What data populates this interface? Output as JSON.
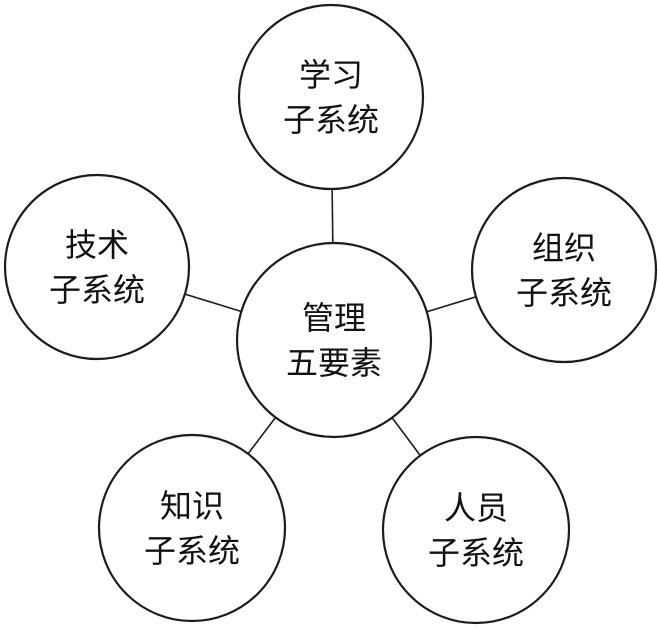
{
  "diagram": {
    "type": "hub-and-spoke",
    "center": {
      "line1": "管理",
      "line2": "五要素"
    },
    "nodes": [
      {
        "id": "learning",
        "line1": "学习",
        "line2": "子系统"
      },
      {
        "id": "technology",
        "line1": "技术",
        "line2": "子系统"
      },
      {
        "id": "organization",
        "line1": "组织",
        "line2": "子系统"
      },
      {
        "id": "knowledge",
        "line1": "知识",
        "line2": "子系统"
      },
      {
        "id": "personnel",
        "line1": "人员",
        "line2": "子系统"
      }
    ],
    "colors": {
      "stroke": "#1c1c1c",
      "fill": "#ffffff",
      "background": "#ffffff",
      "text": "#111111"
    }
  }
}
